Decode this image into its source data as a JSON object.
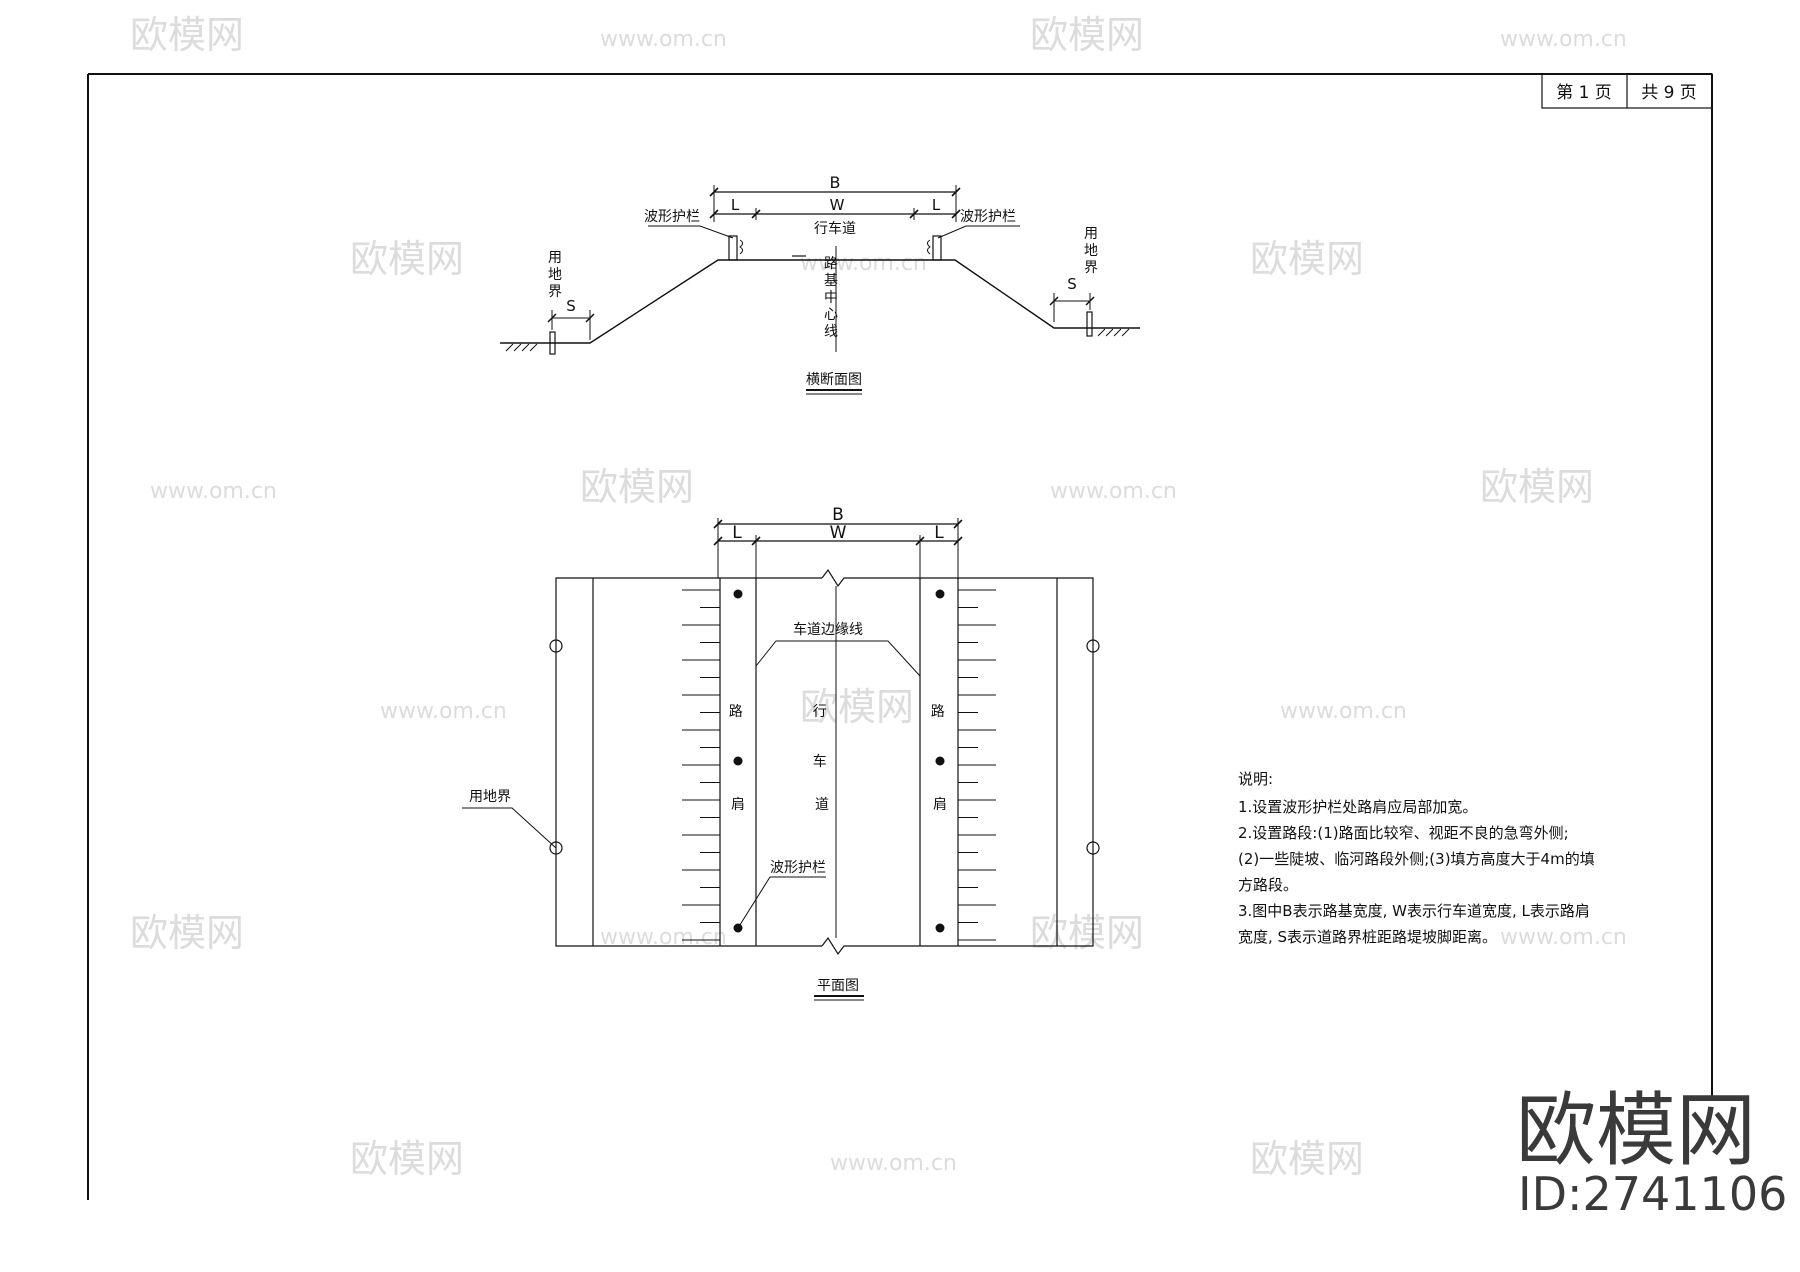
{
  "page_info": {
    "page_label": "第 1 页",
    "total_label": "共 9 页"
  },
  "cross_section": {
    "title": "横断面图",
    "dim_B": "B",
    "dim_W": "W",
    "dim_L": "L",
    "guardrail": "波形护栏",
    "lane": "行车道",
    "centerline": "路基中心线",
    "land_boundary": "用地界",
    "dim_S": "S"
  },
  "plan_view": {
    "title": "平面图",
    "dim_B": "B",
    "dim_W": "W",
    "dim_L": "L",
    "lane_edge_line": "车道边缘线",
    "shoulder": "路肩",
    "lane": "行车道",
    "guardrail": "波形护栏",
    "land_boundary": "用地界"
  },
  "notes": {
    "heading": "说明:",
    "lines": [
      "1.设置波形护栏处路肩应局部加宽。",
      "2.设置路段:(1)路面比较窄、视距不良的急弯外侧;",
      "(2)一些陡坡、临河路段外侧;(3)填方高度大于4m的填",
      "方路段。",
      "3.图中B表示路基宽度, W表示行车道宽度, L表示路肩",
      "宽度, S表示道路界桩距路堤坡脚距离。"
    ]
  },
  "brand": {
    "name": "欧模网",
    "id": "ID:2741106",
    "watermark_text": "欧模网",
    "watermark_url": "www.om.cn"
  },
  "colors": {
    "line": "#111111",
    "watermark": "#dcdcdc",
    "brand": "#3a3a3a"
  }
}
